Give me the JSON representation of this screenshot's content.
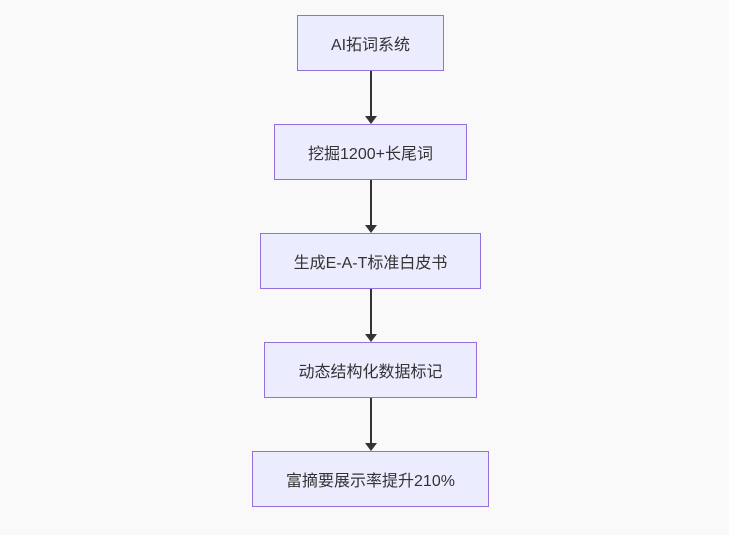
{
  "diagram": {
    "type": "flowchart-top-down",
    "background_color": "#f9f9f9",
    "node_fill_color": "#ECECFF",
    "node_border_color": "#9370DB",
    "text_color": "#333333",
    "arrow_color": "#333333",
    "nodes": [
      {
        "id": "step-1",
        "label": "AI拓词系统"
      },
      {
        "id": "step-2",
        "label": "挖掘1200+长尾词"
      },
      {
        "id": "step-3",
        "label": "生成E-A-T标准白皮书"
      },
      {
        "id": "step-4",
        "label": "动态结构化数据标记"
      },
      {
        "id": "step-5",
        "label": "富摘要展示率提升210%"
      }
    ],
    "edges": [
      {
        "from": "step-1",
        "to": "step-2"
      },
      {
        "from": "step-2",
        "to": "step-3"
      },
      {
        "from": "step-3",
        "to": "step-4"
      },
      {
        "from": "step-4",
        "to": "step-5"
      }
    ]
  }
}
